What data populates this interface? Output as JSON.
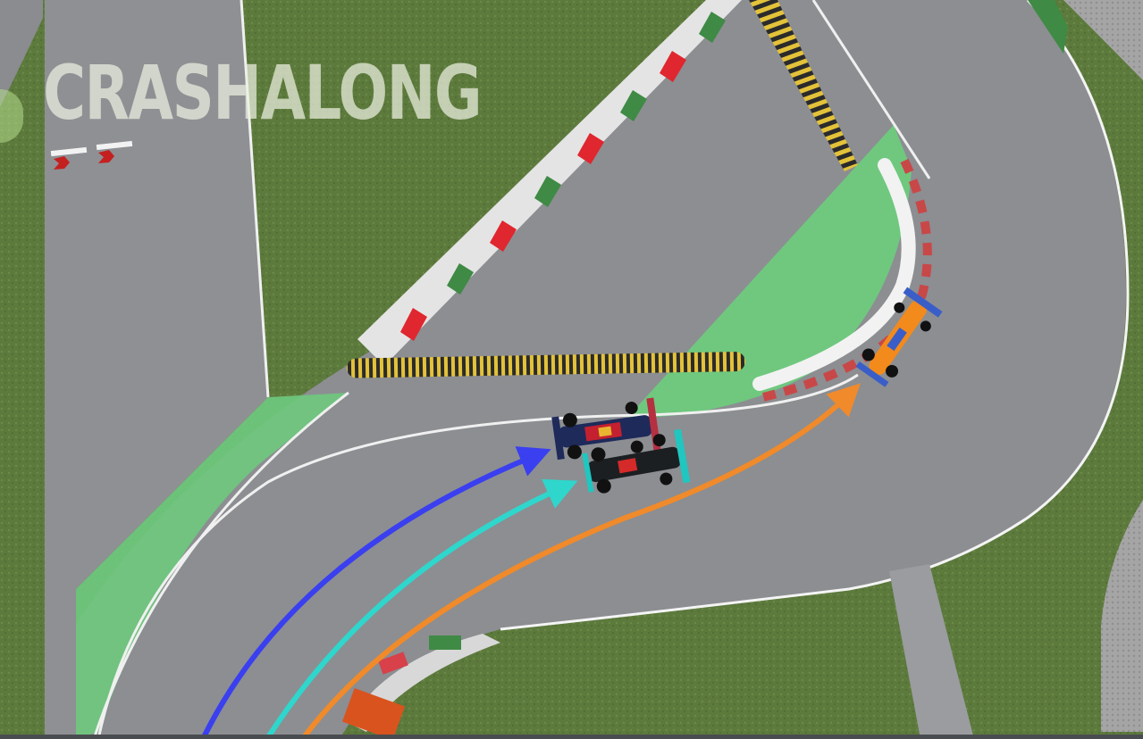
{
  "watermark": {
    "text": "CRASHALONG"
  },
  "scene": {
    "type": "aerial-race-replay",
    "colors": {
      "grass": "#5d7a3d",
      "grass_dark": "#4f6b33",
      "asphalt": "#8e9094",
      "asphalt_dark": "#6f7175",
      "runoff_green": "#6fc87e",
      "kerb_red": "#e0262e",
      "kerb_green": "#3f8a45",
      "kerb_white": "#e8e8e8",
      "sausage_yellow": "#e3c23a",
      "gravel": "#a9a9a9"
    },
    "racing_lines": [
      {
        "name": "blue-line",
        "color": "#3a3ff0"
      },
      {
        "name": "cyan-line",
        "color": "#2fd6cc"
      },
      {
        "name": "orange-line",
        "color": "#f08a2a"
      }
    ],
    "cars": [
      {
        "name": "red-bull-car",
        "team_color": "#1e2a5a",
        "accent": "#e8b531"
      },
      {
        "name": "mercedes-car",
        "team_color": "#1c1f22",
        "accent": "#1fc7c0"
      },
      {
        "name": "mclaren-car",
        "team_color": "#f28a1c",
        "accent": "#3a5ec8"
      }
    ]
  }
}
